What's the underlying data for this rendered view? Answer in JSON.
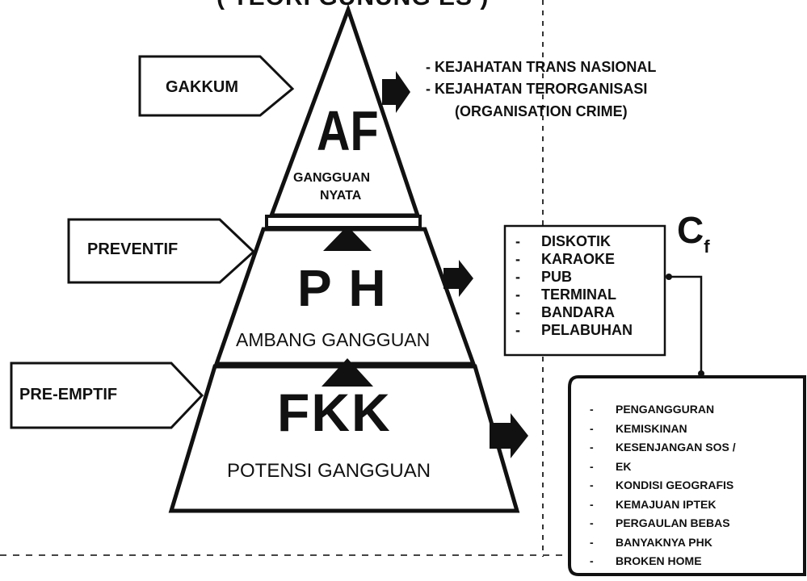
{
  "top_title": "( TEORI GUNUNG ES )",
  "approaches": {
    "gakkum": "GAKKUM",
    "preventif": "PREVENTIF",
    "pre_emptif": "PRE-EMPTIF"
  },
  "pyramid": {
    "top": {
      "code": "AF",
      "label_line1": "GANGGUAN",
      "label_line2": "NYATA"
    },
    "middle": {
      "code": "P H",
      "label": "AMBANG GANGGUAN"
    },
    "bottom": {
      "code": "FKK",
      "label": "POTENSI GANGGUAN"
    }
  },
  "af_list": {
    "item1": "- KEJAHATAN TRANS NASIONAL",
    "item2": "- KEJAHATAN TERORGANISASI",
    "item3": "(ORGANISATION CRIME)"
  },
  "ph_list": [
    "DISKOTIK",
    "KARAOKE",
    "PUB",
    "TERMINAL",
    "BANDARA",
    "PELABUHAN"
  ],
  "ph_dash": "-",
  "fkk_list": [
    "PENGANGGURAN",
    "KEMISKINAN",
    "KESENJANGAN SOS /",
    "EK",
    "KONDISI GEOGRAFIS",
    "KEMAJUAN IPTEK",
    "PERGAULAN BEBAS",
    "BANYAKNYA PHK",
    "BROKEN HOME"
  ],
  "fkk_dash": "-",
  "side_mark": "C",
  "side_mark_sub": "f"
}
